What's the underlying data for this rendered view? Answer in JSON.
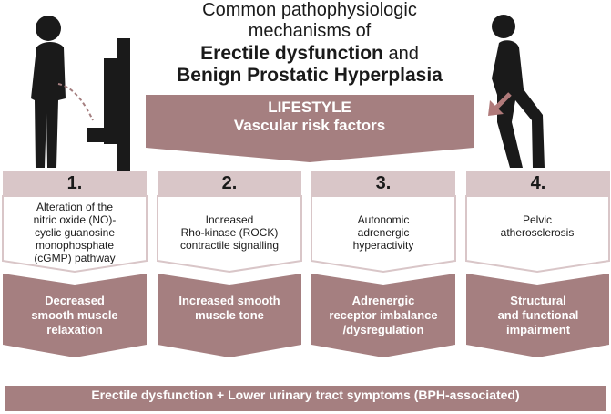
{
  "title": {
    "line1": "Common pathophysiologic",
    "line2": "mechanisms of",
    "line3_bold": "Erectile dysfunction",
    "line3_rest": " and",
    "line4": "Benign Prostatic Hyperplasia"
  },
  "lifestyle": {
    "line1": "LIFESTYLE",
    "line2": "Vascular risk factors"
  },
  "columns": [
    {
      "number": "1.",
      "mechanism": [
        "Alteration of the",
        "nitric oxide (NO)-",
        "cyclic guanosine",
        "monophosphate",
        "(cGMP) pathway"
      ],
      "effect": [
        "Decreased",
        "smooth muscle",
        "relaxation"
      ]
    },
    {
      "number": "2.",
      "mechanism": [
        "Increased",
        "Rho-kinase (ROCK)",
        "contractile signalling"
      ],
      "effect": [
        "Increased smooth",
        "muscle tone"
      ]
    },
    {
      "number": "3.",
      "mechanism": [
        "Autonomic",
        "adrenergic",
        "hyperactivity"
      ],
      "effect": [
        "Adrenergic",
        "receptor imbalance",
        "/dysregulation"
      ]
    },
    {
      "number": "4.",
      "mechanism": [
        "Pelvic",
        "atherosclerosis"
      ],
      "effect": [
        "Structural",
        "and functional",
        "impairment"
      ]
    }
  ],
  "bottom_bar": "Erectile dysfunction + Lower urinary tract symptoms (BPH-associated)",
  "colors": {
    "mauve_dark": "#a57f80",
    "mauve_light": "#d9c6c8",
    "text_dark": "#1a1a1a",
    "figure": "#1a1a1a"
  },
  "icons": [
    "man-urinating-icon",
    "man-walking-icon",
    "down-arrow-icon"
  ]
}
